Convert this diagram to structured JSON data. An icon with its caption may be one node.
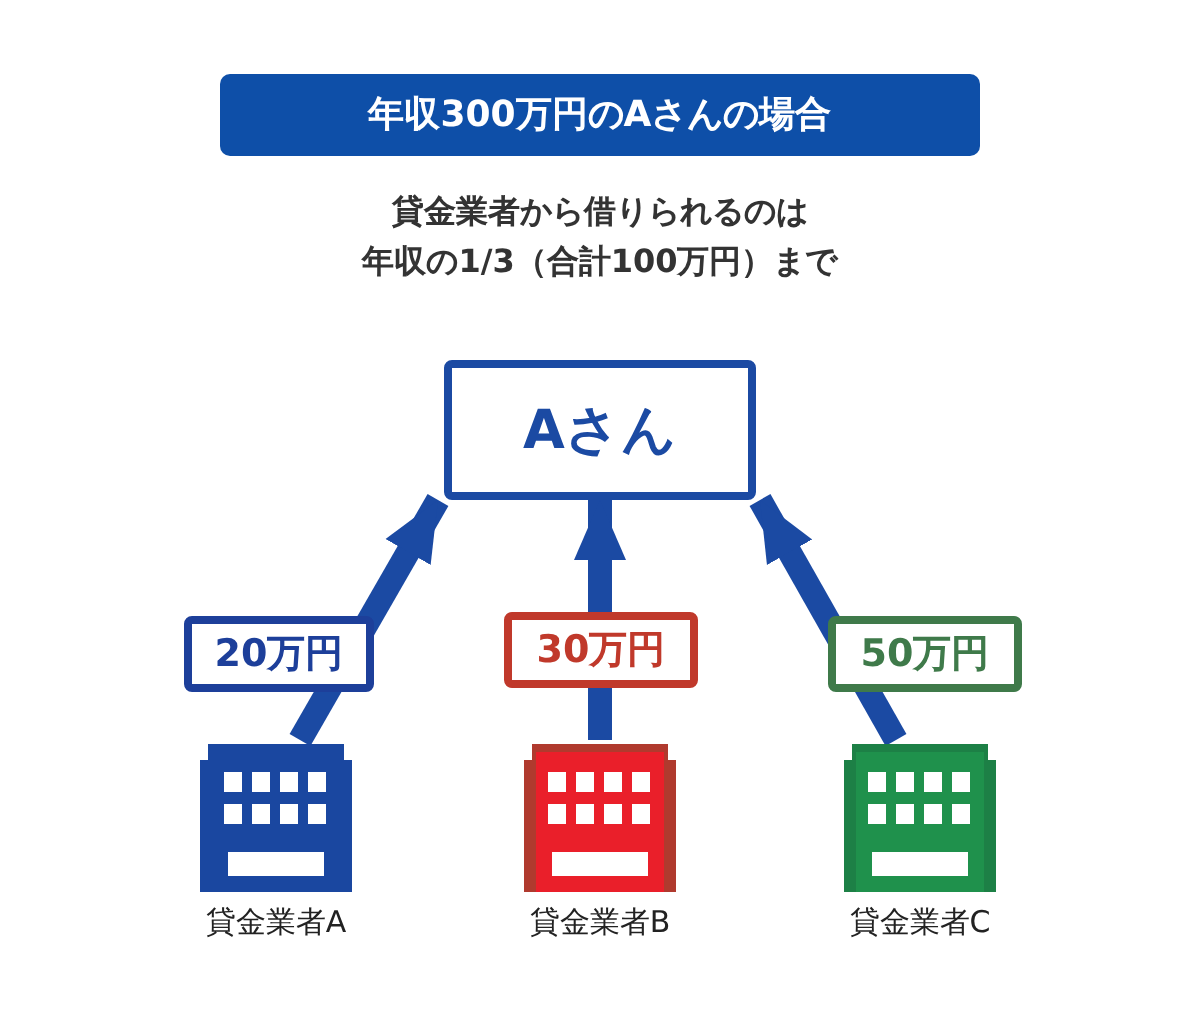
{
  "diagram": {
    "title": "年収300万円のAさんの場合",
    "nodes": [
      {
        "text": [
          "Aさん"
        ]
      },
      {
        "text": [],
        "shape": "building",
        "beside": [
          "貸金業者A"
        ]
      },
      {
        "text": [],
        "shape": "building",
        "beside": [
          "貸金業者B"
        ]
      },
      {
        "text": [],
        "shape": "building",
        "beside": [
          "貸金業者C"
        ]
      }
    ],
    "edges": [
      {
        "from": 1,
        "to": 0,
        "arrow": "to",
        "label": "20万円"
      },
      {
        "from": 2,
        "to": 0,
        "arrow": "to",
        "label": "30万円"
      },
      {
        "from": 3,
        "to": 0,
        "arrow": "to",
        "label": "50万円"
      }
    ],
    "labels": [
      "貸金業者から借りられるのは年収の1/3（合計100万円）まで"
    ]
  }
}
